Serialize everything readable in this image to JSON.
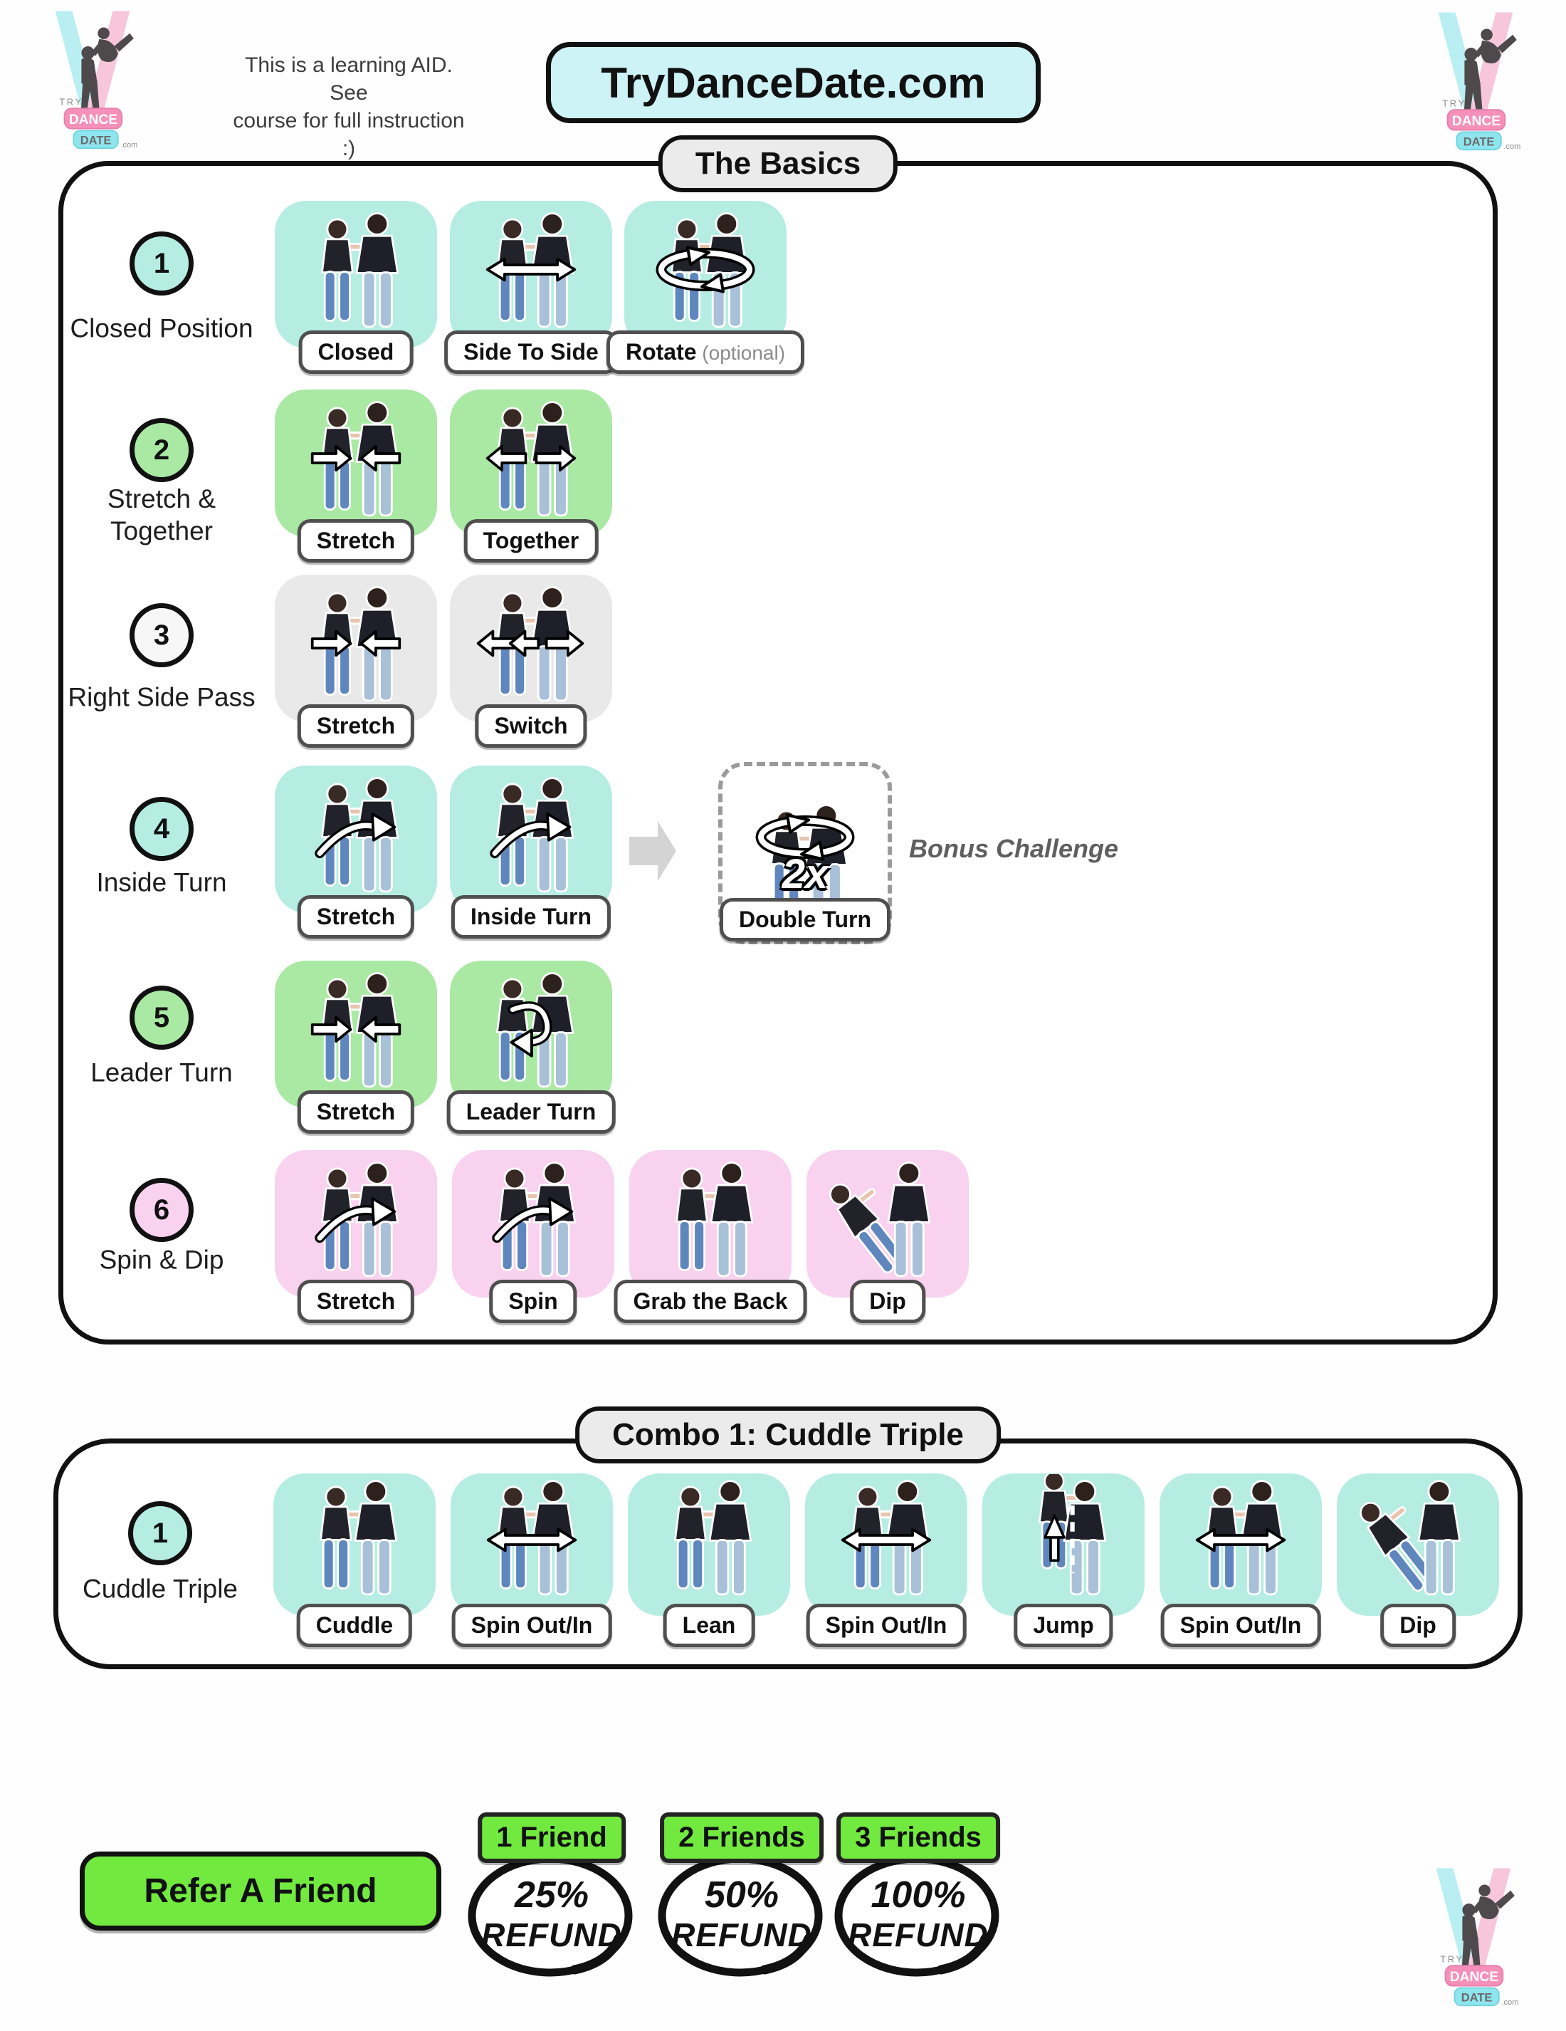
{
  "header": {
    "note_line1": "This is a learning AID. See",
    "note_line2": "course for full instruction :)",
    "title": "TryDanceDate.com",
    "title_bg": "#cdf3f7"
  },
  "logo": {
    "try": "TRY",
    "dance": "DANCE",
    "date": "DATE",
    "com": ".com"
  },
  "basics": {
    "title": "The Basics",
    "rows": [
      {
        "number": "1",
        "label_lines": [
          "Closed Position"
        ],
        "card_color": "#b6ede2",
        "circle_color": "#b6ede2",
        "cards": [
          {
            "label": "Closed",
            "arrow": "none"
          },
          {
            "label": "Side To Side",
            "arrow": "double-h"
          },
          {
            "label": "Rotate",
            "suffix": " (optional)",
            "arrow": "rotate"
          }
        ]
      },
      {
        "number": "2",
        "label_lines": [
          "Stretch &",
          "Together"
        ],
        "card_color": "#a9e9a3",
        "circle_color": "#a9e9a3",
        "cards": [
          {
            "label": "Stretch",
            "arrow": "inward"
          },
          {
            "label": "Together",
            "arrow": "outward"
          }
        ]
      },
      {
        "number": "3",
        "label_lines": [
          "Right Side Pass"
        ],
        "card_color": "#e9e9e9",
        "circle_color": "#f7f7f7",
        "cards": [
          {
            "label": "Stretch",
            "arrow": "inward"
          },
          {
            "label": "Switch",
            "arrow": "pass"
          }
        ]
      },
      {
        "number": "4",
        "label_lines": [
          "Inside Turn"
        ],
        "card_color": "#b6ede2",
        "circle_color": "#b6ede2",
        "cards": [
          {
            "label": "Stretch",
            "arrow": "curve"
          },
          {
            "label": "Inside Turn",
            "arrow": "curve"
          }
        ],
        "bonus": {
          "overlay": "2x",
          "card_label": "Double Turn",
          "note": "Bonus Challenge"
        }
      },
      {
        "number": "5",
        "label_lines": [
          "Leader Turn"
        ],
        "card_color": "#a9e9a3",
        "circle_color": "#a9e9a3",
        "cards": [
          {
            "label": "Stretch",
            "arrow": "inward"
          },
          {
            "label": "Leader Turn",
            "arrow": "turn"
          }
        ]
      },
      {
        "number": "6",
        "label_lines": [
          "Spin & Dip"
        ],
        "card_color": "#f8d2ee",
        "circle_color": "#f8d2ee",
        "cards": [
          {
            "label": "Stretch",
            "arrow": "curve"
          },
          {
            "label": "Spin",
            "arrow": "curve"
          },
          {
            "label": "Grab the Back",
            "arrow": "none"
          },
          {
            "label": "Dip",
            "arrow": "none"
          }
        ]
      }
    ]
  },
  "combo": {
    "title": "Combo 1: Cuddle Triple",
    "rows": [
      {
        "number": "1",
        "label_lines": [
          "Cuddle Triple"
        ],
        "card_color": "#b6ede2",
        "circle_color": "#b6ede2",
        "cards": [
          {
            "label": "Cuddle",
            "arrow": "none"
          },
          {
            "label": "Spin Out/In",
            "arrow": "double-h"
          },
          {
            "label": "Lean",
            "arrow": "none"
          },
          {
            "label": "Spin Out/In",
            "arrow": "double-h"
          },
          {
            "label": "Jump",
            "arrow": "jump"
          },
          {
            "label": "Spin Out/In",
            "arrow": "double-h"
          },
          {
            "label": "Dip",
            "arrow": "none"
          }
        ]
      }
    ]
  },
  "footer": {
    "refer_label": "Refer A Friend",
    "badges": [
      {
        "tag": "1 Friend",
        "percent": "25%",
        "word": "REFUND"
      },
      {
        "tag": "2 Friends",
        "percent": "50%",
        "word": "REFUND"
      },
      {
        "tag": "3 Friends",
        "percent": "100%",
        "word": "REFUND"
      }
    ]
  },
  "icons": {
    "card_photo": "dancing-couple",
    "bonus_arrow": "right-block-arrow",
    "brand_logo": "dance-date-spotlight-logo",
    "motion_arrows": [
      "double-h",
      "rotate",
      "inward",
      "outward",
      "pass",
      "curve",
      "turn",
      "jump"
    ]
  },
  "colors": {
    "mint": "#b6ede2",
    "green": "#a9e9a3",
    "gray": "#e9e9e9",
    "pink": "#f8d2ee",
    "accent_green": "#72e93f",
    "title_cyan": "#cdf3f7",
    "pill_gray": "#ebebeb"
  }
}
